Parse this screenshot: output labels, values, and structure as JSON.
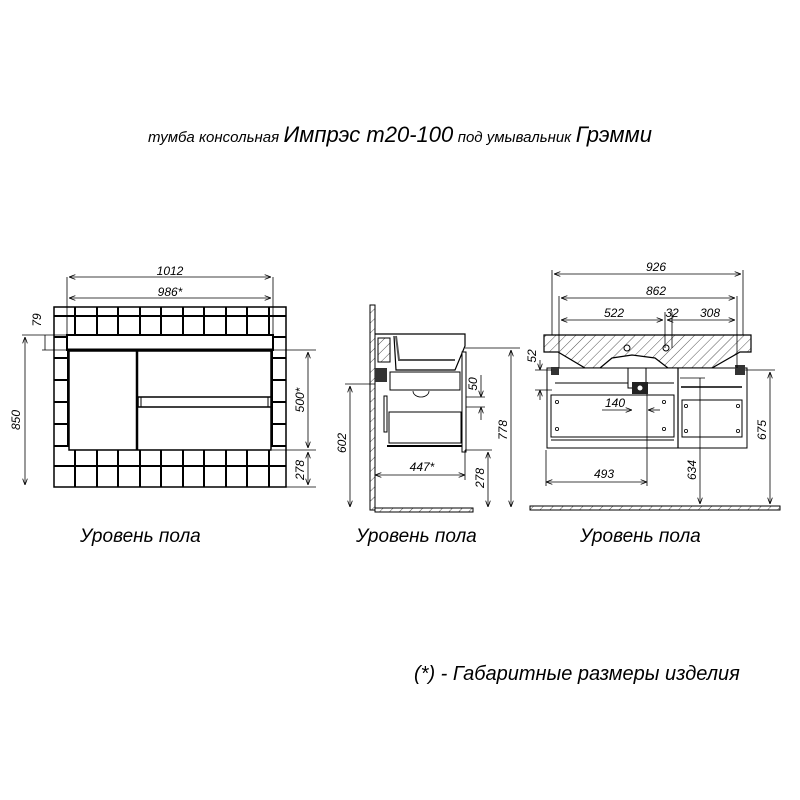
{
  "title": {
    "prefix": "тумба консольная",
    "model": "Импрэс т20-100",
    "middle": "под умывальник",
    "sink": "Грэмми"
  },
  "views": {
    "front": {
      "dims": {
        "overall_width": "1012",
        "body_width": "986*",
        "top_thickness": "79",
        "height_total": "850",
        "body_height": "500*",
        "floor_clearance": "278"
      },
      "floor_label": "Уровень пола"
    },
    "side": {
      "dims": {
        "height_602": "602",
        "drawer_gap": "50",
        "height_778": "778",
        "depth": "447*",
        "floor_clearance": "278"
      },
      "floor_label": "Уровень пола"
    },
    "back": {
      "dims": {
        "width_926": "926",
        "width_862": "862",
        "offset_522": "522",
        "offset_32": "32",
        "offset_308": "308",
        "rail_52": "52",
        "drain_140": "140",
        "drain_493": "493",
        "height_634": "634",
        "height_675": "675"
      },
      "floor_label": "Уровень пола"
    }
  },
  "footnote": "(*) - Габаритные размеры изделия",
  "colors": {
    "line": "#000000",
    "background": "#ffffff",
    "hatch": "#555555"
  }
}
